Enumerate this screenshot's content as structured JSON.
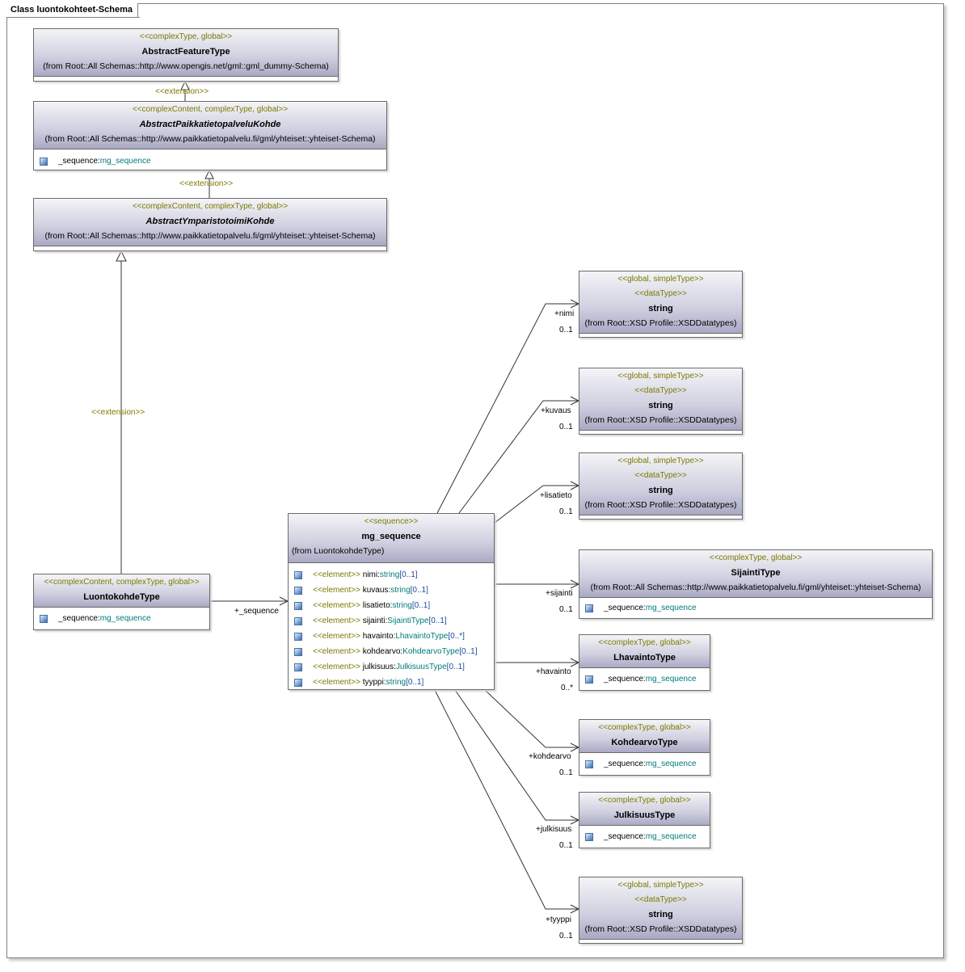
{
  "frame": {
    "title": "Class luontokohteet-Schema"
  },
  "classes": {
    "abstract_feature": {
      "stereotype": "<<complexType, global>>",
      "name": "AbstractFeatureType",
      "from": "(from Root::All Schemas::http://www.opengis.net/gml::gml_dummy-Schema)"
    },
    "abstract_paikka": {
      "stereotype": "<<complexContent, complexType, global>>",
      "name": "AbstractPaikkatietopalveluKohde",
      "from": "(from Root::All Schemas::http://www.paikkatietopalvelu.fi/gml/yhteiset::yhteiset-Schema)",
      "attr": {
        "name": "_sequence:",
        "type": "mg_sequence"
      }
    },
    "abstract_ympar": {
      "stereotype": "<<complexContent, complexType, global>>",
      "name": "AbstractYmparistotoimiKohde",
      "from": "(from Root::All Schemas::http://www.paikkatietopalvelu.fi/gml/yhteiset::yhteiset-Schema)"
    },
    "luontokohde": {
      "stereotype": "<<complexContent, complexType, global>>",
      "name": "LuontokohdeType",
      "attr": {
        "name": "_sequence:",
        "type": "mg_sequence"
      }
    },
    "mg_sequence": {
      "stereotype": "<<sequence>>",
      "name": "mg_sequence",
      "from": "(from LuontokohdeType)",
      "elements": [
        {
          "st": "<<element>>",
          "name": "nimi:",
          "type": "string",
          "mult": "[0..1]"
        },
        {
          "st": "<<element>>",
          "name": "kuvaus:",
          "type": "string",
          "mult": "[0..1]"
        },
        {
          "st": "<<element>>",
          "name": "lisatieto:",
          "type": "string",
          "mult": "[0..1]"
        },
        {
          "st": "<<element>>",
          "name": "sijainti:",
          "type": "SijaintiType",
          "mult": "[0..1]"
        },
        {
          "st": "<<element>>",
          "name": "havainto:",
          "type": "LhavaintoType",
          "mult": "[0..*]"
        },
        {
          "st": "<<element>>",
          "name": "kohdearvo:",
          "type": "KohdearvoType",
          "mult": "[0..1]"
        },
        {
          "st": "<<element>>",
          "name": "julkisuus:",
          "type": "JulkisuusType",
          "mult": "[0..1]"
        },
        {
          "st": "<<element>>",
          "name": "tyyppi:",
          "type": "string",
          "mult": "[0..1]"
        }
      ]
    },
    "string_nimi": {
      "stereotype": "<<global, simpleType>>",
      "stereotype2": "<<dataType>>",
      "name": "string",
      "from": "(from Root::XSD Profile::XSDDatatypes)"
    },
    "string_kuvaus": {
      "stereotype": "<<global, simpleType>>",
      "stereotype2": "<<dataType>>",
      "name": "string",
      "from": "(from Root::XSD Profile::XSDDatatypes)"
    },
    "string_lisatieto": {
      "stereotype": "<<global, simpleType>>",
      "stereotype2": "<<dataType>>",
      "name": "string",
      "from": "(from Root::XSD Profile::XSDDatatypes)"
    },
    "sijainti": {
      "stereotype": "<<complexType, global>>",
      "name": "SijaintiType",
      "from": "(from Root::All Schemas::http://www.paikkatietopalvelu.fi/gml/yhteiset::yhteiset-Schema)",
      "attr": {
        "name": "_sequence:",
        "type": "mg_sequence"
      }
    },
    "lhavainto": {
      "stereotype": "<<complexType, global>>",
      "name": "LhavaintoType",
      "attr": {
        "name": "_sequence:",
        "type": "mg_sequence"
      }
    },
    "kohdearvo": {
      "stereotype": "<<complexType, global>>",
      "name": "KohdearvoType",
      "attr": {
        "name": "_sequence:",
        "type": "mg_sequence"
      }
    },
    "julkisuus": {
      "stereotype": "<<complexType, global>>",
      "name": "JulkisuusType",
      "attr": {
        "name": "_sequence:",
        "type": "mg_sequence"
      }
    },
    "string_tyyppi": {
      "stereotype": "<<global, simpleType>>",
      "stereotype2": "<<dataType>>",
      "name": "string",
      "from": "(from Root::XSD Profile::XSDDatatypes)"
    }
  },
  "labels": {
    "extension": "<<extension>>",
    "seq_role": "+_sequence",
    "roles": [
      "+nimi",
      "+kuvaus",
      "+lisatieto",
      "+sijainti",
      "+havainto",
      "+kohdearvo",
      "+julkisuus",
      "+tyyppi"
    ],
    "mults": [
      "0..1",
      "0..1",
      "0..1",
      "0..1",
      "0..*",
      "0..1",
      "0..1",
      "0..1"
    ]
  }
}
